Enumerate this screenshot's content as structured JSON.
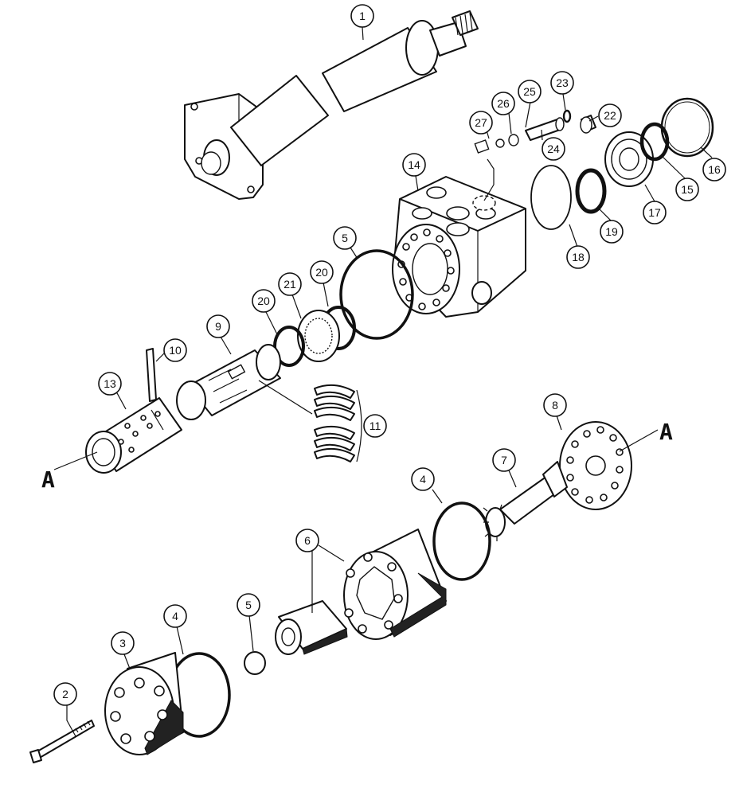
{
  "callouts": {
    "c1": "1",
    "c2": "2",
    "c3": "3",
    "c4a": "4",
    "c4b": "4",
    "c5a": "5",
    "c5b": "5",
    "c6": "6",
    "c7": "7",
    "c8": "8",
    "c9": "9",
    "c10": "10",
    "c11": "11",
    "c13": "13",
    "c14": "14",
    "c15": "15",
    "c16": "16",
    "c17": "17",
    "c18": "18",
    "c19": "19",
    "c20a": "20",
    "c20b": "20",
    "c21": "21",
    "c22": "22",
    "c23": "23",
    "c24": "24",
    "c25": "25",
    "c26": "26",
    "c27": "27"
  },
  "reference_letters": {
    "left": "A",
    "right": "A"
  }
}
